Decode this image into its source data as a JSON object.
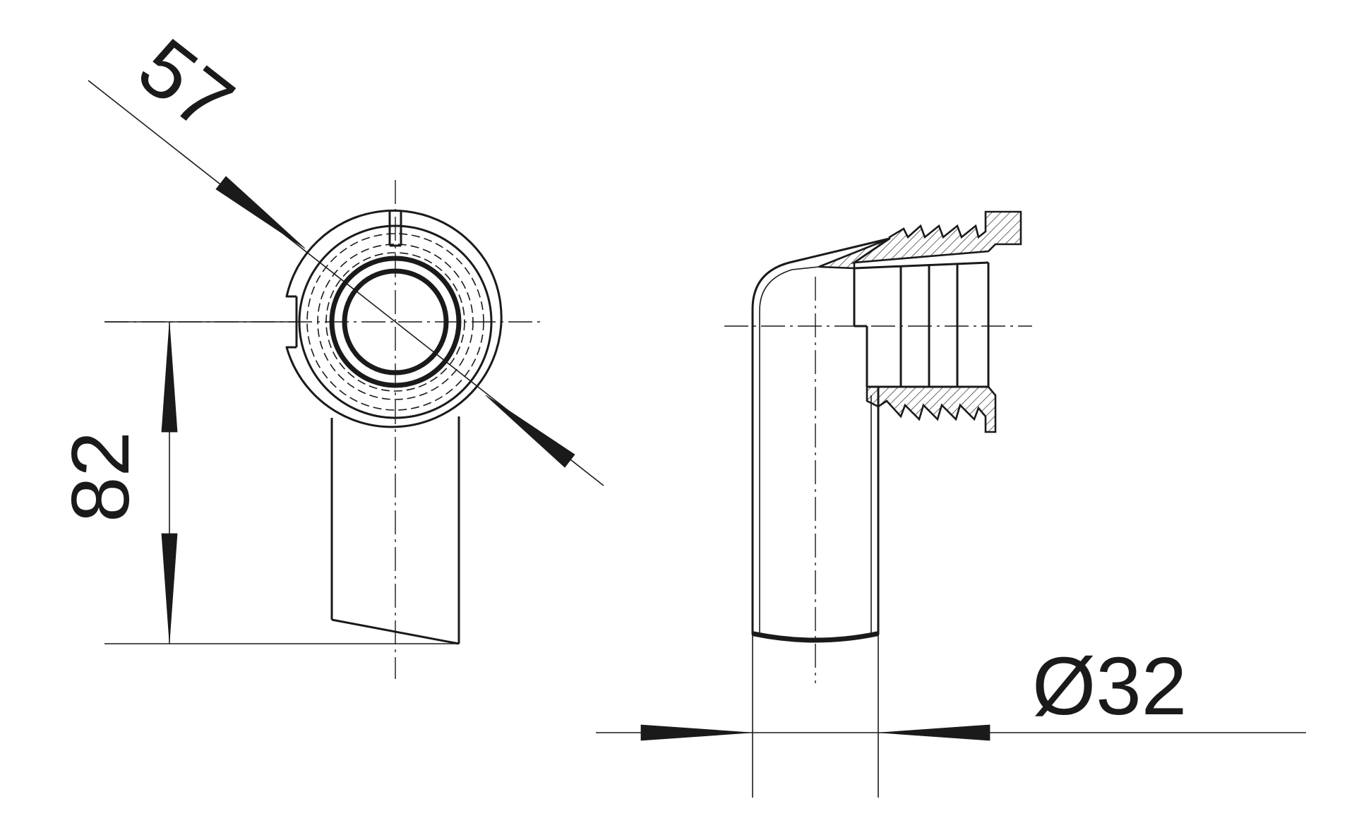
{
  "dimensions": {
    "ring_diameter": "57",
    "offset_height": "82",
    "pipe_diameter": "Ø32"
  },
  "colors": {
    "ink": "#1a1a1a",
    "background": "#ffffff"
  }
}
